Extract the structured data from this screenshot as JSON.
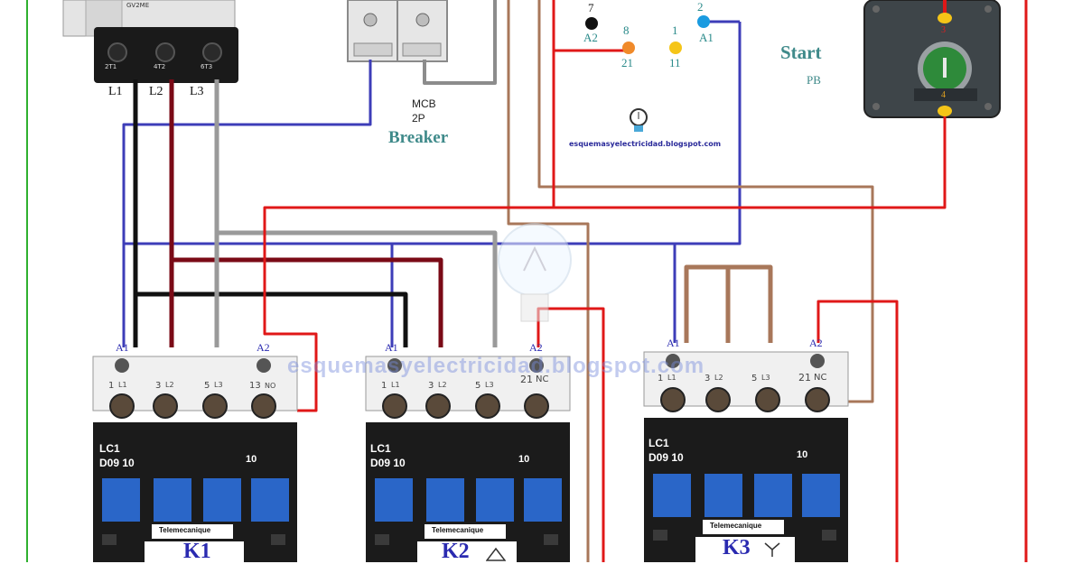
{
  "breaker_top": {
    "model": "GV2ME",
    "terminals": [
      "2T1",
      "4T2",
      "6T3"
    ]
  },
  "phase_labels": [
    "L1",
    "L2",
    "L3"
  ],
  "mcb": {
    "line1": "MCB",
    "line2": "2P",
    "line3": "Breaker"
  },
  "relay_terminals": {
    "n7": "7",
    "a2": "A2",
    "n8": "8",
    "n21": "21",
    "n1": "1",
    "n11": "11",
    "n2": "2",
    "a1": "A1"
  },
  "start_pb": {
    "title": "Start",
    "sub": "PB",
    "top": "3",
    "bottom": "4"
  },
  "blog": "esquemasyelectricidad.blogspot.com",
  "watermark": "esquemasyelectricidad.blogspot.com",
  "contactors": [
    {
      "id": "K1",
      "a1": "A1",
      "a2": "A2",
      "terms": [
        "1",
        "L1",
        "3",
        "L2",
        "5",
        "L3",
        "13",
        "NO"
      ],
      "line1": "LC1",
      "line2": "D09 10",
      "num": "10",
      "brand": "Telemecanique",
      "label": "K1",
      "symbol": ""
    },
    {
      "id": "K2",
      "a1": "A1",
      "a2": "A2",
      "terms": [
        "1",
        "L1",
        "3",
        "L2",
        "5",
        "L3",
        "21",
        "NC"
      ],
      "line1": "LC1",
      "line2": "D09 10",
      "num": "10",
      "brand": "Telemecanique",
      "label": "K2",
      "symbol": "delta"
    },
    {
      "id": "K3",
      "a1": "A1",
      "a2": "A2",
      "terms": [
        "1",
        "L1",
        "3",
        "L2",
        "5",
        "L3",
        "21",
        "NC"
      ],
      "line1": "LC1",
      "line2": "D09 10",
      "num": "10",
      "brand": "Telemecanique",
      "label": "K3",
      "symbol": "star"
    }
  ]
}
